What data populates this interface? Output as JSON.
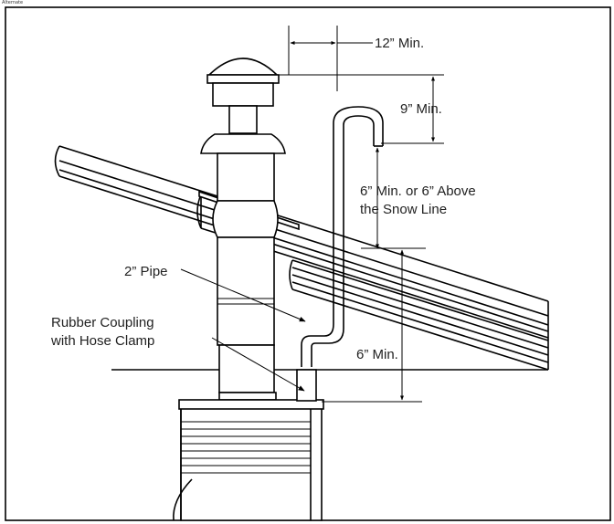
{
  "corner_label": "Alternate",
  "labels": {
    "twelve_min": "12” Min.",
    "nine_min": "9” Min.",
    "snow_line_1": "6” Min. or 6” Above",
    "snow_line_2": "the Snow Line",
    "pipe": "2” Pipe",
    "coupling_1": "Rubber Coupling",
    "coupling_2": "with Hose Clamp",
    "six_min": "6” Min."
  }
}
